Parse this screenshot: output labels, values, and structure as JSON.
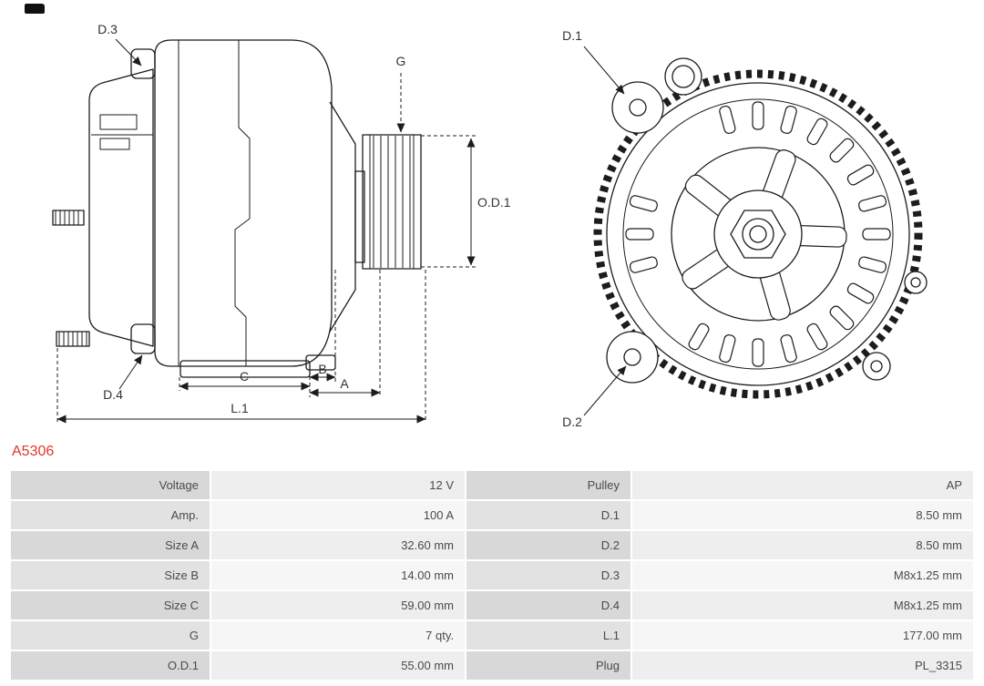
{
  "part_number": "A5306",
  "colors": {
    "accent": "#e23528",
    "line": "#1c1c1c",
    "label_bg": "#d8d8d8",
    "label_bg_alt": "#e2e2e2",
    "value_bg": "#eeeeee",
    "value_bg_alt": "#f6f6f6",
    "table_text": "#4a4a4a"
  },
  "diagram": {
    "side_view_labels": {
      "d3": "D.3",
      "g": "G",
      "od1": "O.D.1",
      "d4": "D.4",
      "c": "C",
      "b": "B",
      "a": "A",
      "l1": "L.1"
    },
    "front_view_labels": {
      "d1": "D.1",
      "d2": "D.2"
    }
  },
  "specs": {
    "rows": [
      {
        "l_label": "Voltage",
        "l_value": "12 V",
        "r_label": "Pulley",
        "r_value": "AP"
      },
      {
        "l_label": "Amp.",
        "l_value": "100 A",
        "r_label": "D.1",
        "r_value": "8.50 mm"
      },
      {
        "l_label": "Size A",
        "l_value": "32.60 mm",
        "r_label": "D.2",
        "r_value": "8.50 mm"
      },
      {
        "l_label": "Size B",
        "l_value": "14.00 mm",
        "r_label": "D.3",
        "r_value": "M8x1.25 mm"
      },
      {
        "l_label": "Size C",
        "l_value": "59.00 mm",
        "r_label": "D.4",
        "r_value": "M8x1.25 mm"
      },
      {
        "l_label": "G",
        "l_value": "7 qty.",
        "r_label": "L.1",
        "r_value": "177.00 mm"
      },
      {
        "l_label": "O.D.1",
        "l_value": "55.00 mm",
        "r_label": "Plug",
        "r_value": "PL_3315"
      }
    ]
  }
}
